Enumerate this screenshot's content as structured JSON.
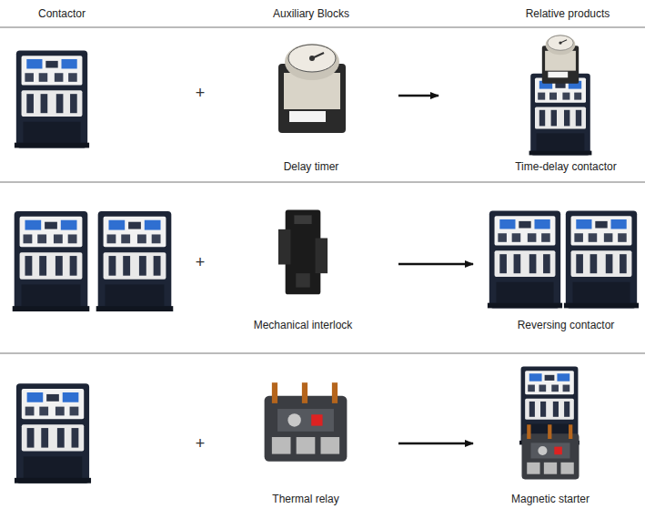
{
  "diagram": {
    "labels": [
      "Contactor",
      "Auxiliary Blocks",
      "Relative products",
      "+",
      "Delay timer",
      "Time-delay contactor",
      "+",
      "Mechanical interlock",
      "Reversing contactor",
      "+",
      "Thermal relay",
      "Magnetic starter"
    ]
  }
}
